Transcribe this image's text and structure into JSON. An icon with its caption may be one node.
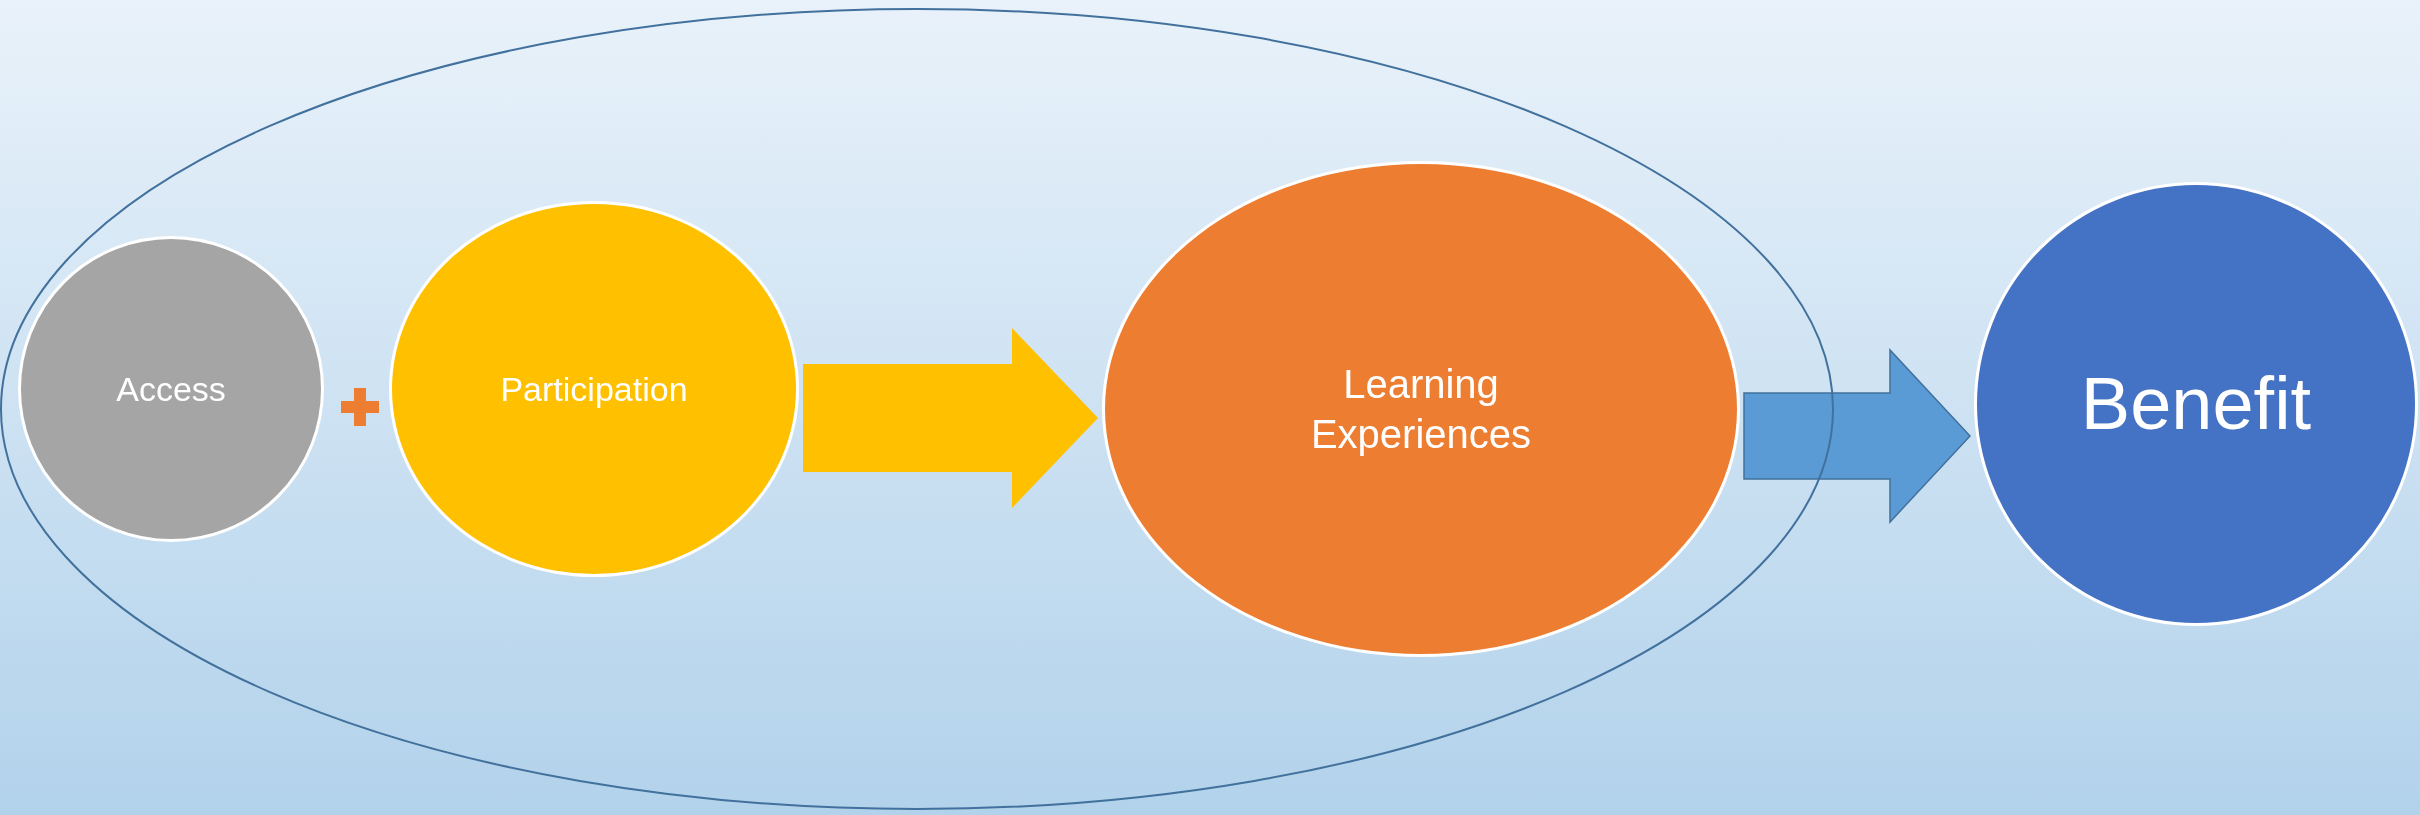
{
  "diagram": {
    "nodes": [
      {
        "text": [],
        "shape": "ellipse"
      },
      {
        "text": [
          "Access"
        ],
        "in": 0
      },
      {
        "text": [
          "Participation"
        ],
        "in": 0
      },
      {
        "text": [
          "Learning Experiences"
        ],
        "in": 0
      },
      {
        "text": [
          "Benefit"
        ]
      }
    ],
    "edges": [
      {
        "from": 2,
        "to": 3,
        "arrow": "to",
        "style": "thick",
        "color": "#ffc000"
      },
      {
        "from": 3,
        "to": 4,
        "arrow": "to",
        "style": "thick",
        "color": "#5b9bd5"
      }
    ]
  }
}
